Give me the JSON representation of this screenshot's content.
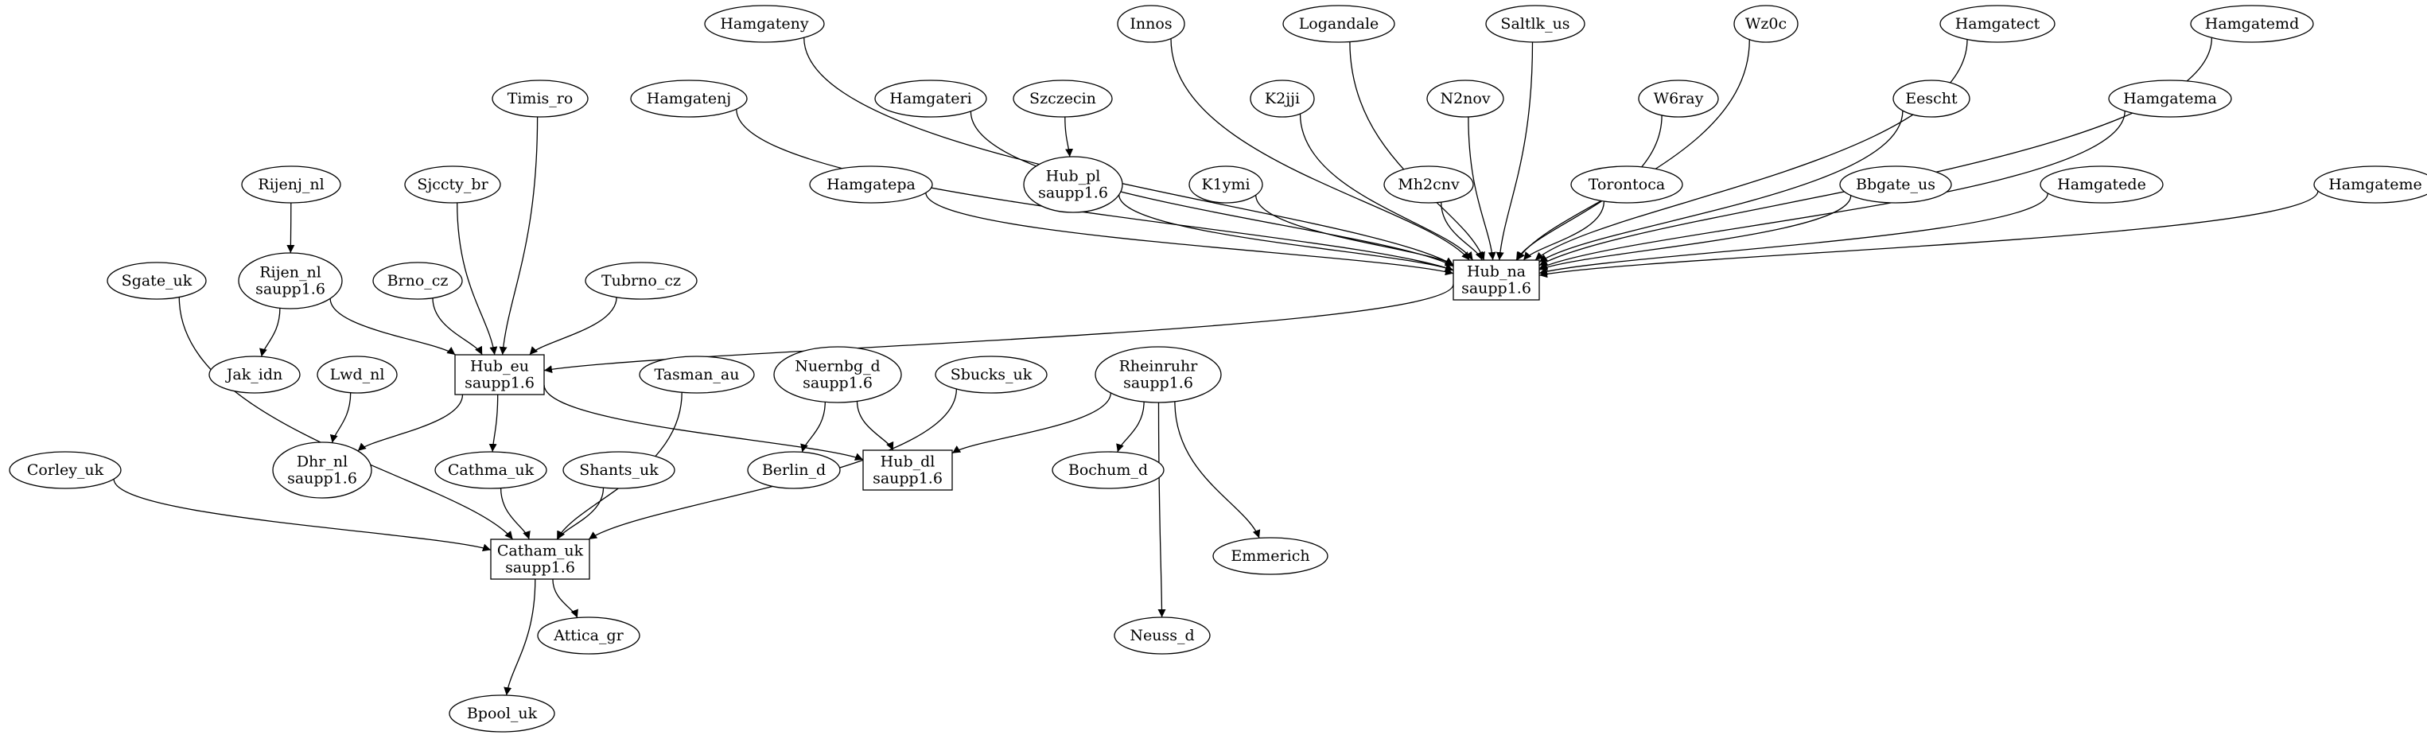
{
  "graph": {
    "nodes": [
      {
        "id": "Hamgateny",
        "lines": [
          "Hamgateny"
        ],
        "shape": "ellipse"
      },
      {
        "id": "Innos",
        "lines": [
          "Innos"
        ],
        "shape": "ellipse"
      },
      {
        "id": "Logandale",
        "lines": [
          "Logandale"
        ],
        "shape": "ellipse"
      },
      {
        "id": "Saltlk_us",
        "lines": [
          "Saltlk_us"
        ],
        "shape": "ellipse"
      },
      {
        "id": "Wz0c",
        "lines": [
          "Wz0c"
        ],
        "shape": "ellipse"
      },
      {
        "id": "Hamgatect",
        "lines": [
          "Hamgatect"
        ],
        "shape": "ellipse"
      },
      {
        "id": "Hamgatemd",
        "lines": [
          "Hamgatemd"
        ],
        "shape": "ellipse"
      },
      {
        "id": "Timis_ro",
        "lines": [
          "Timis_ro"
        ],
        "shape": "ellipse"
      },
      {
        "id": "Hamgatenj",
        "lines": [
          "Hamgatenj"
        ],
        "shape": "ellipse"
      },
      {
        "id": "Hamgateri",
        "lines": [
          "Hamgateri"
        ],
        "shape": "ellipse"
      },
      {
        "id": "Szczecin",
        "lines": [
          "Szczecin"
        ],
        "shape": "ellipse"
      },
      {
        "id": "K2jji",
        "lines": [
          "K2jji"
        ],
        "shape": "ellipse"
      },
      {
        "id": "N2nov",
        "lines": [
          "N2nov"
        ],
        "shape": "ellipse"
      },
      {
        "id": "W6ray",
        "lines": [
          "W6ray"
        ],
        "shape": "ellipse"
      },
      {
        "id": "Eescht",
        "lines": [
          "Eescht"
        ],
        "shape": "ellipse"
      },
      {
        "id": "Hamgatema",
        "lines": [
          "Hamgatema"
        ],
        "shape": "ellipse"
      },
      {
        "id": "Rijenj_nl",
        "lines": [
          "Rijenj_nl"
        ],
        "shape": "ellipse"
      },
      {
        "id": "Sjccty_br",
        "lines": [
          "Sjccty_br"
        ],
        "shape": "ellipse"
      },
      {
        "id": "Hamgatepa",
        "lines": [
          "Hamgatepa"
        ],
        "shape": "ellipse"
      },
      {
        "id": "Hub_pl",
        "lines": [
          "Hub_pl",
          "saupp1.6"
        ],
        "shape": "ellipse"
      },
      {
        "id": "K1ymi",
        "lines": [
          "K1ymi"
        ],
        "shape": "ellipse"
      },
      {
        "id": "Mh2cnv",
        "lines": [
          "Mh2cnv"
        ],
        "shape": "ellipse"
      },
      {
        "id": "Torontoca",
        "lines": [
          "Torontoca"
        ],
        "shape": "ellipse"
      },
      {
        "id": "Bbgate_us",
        "lines": [
          "Bbgate_us"
        ],
        "shape": "ellipse"
      },
      {
        "id": "Hamgatede",
        "lines": [
          "Hamgatede"
        ],
        "shape": "ellipse"
      },
      {
        "id": "Hamgateme",
        "lines": [
          "Hamgateme"
        ],
        "shape": "ellipse"
      },
      {
        "id": "Hub_na",
        "lines": [
          "Hub_na",
          "saupp1.6"
        ],
        "shape": "box"
      },
      {
        "id": "Sgate_uk",
        "lines": [
          "Sgate_uk"
        ],
        "shape": "ellipse"
      },
      {
        "id": "Rijen_nl",
        "lines": [
          "Rijen_nl",
          "saupp1.6"
        ],
        "shape": "ellipse"
      },
      {
        "id": "Brno_cz",
        "lines": [
          "Brno_cz"
        ],
        "shape": "ellipse"
      },
      {
        "id": "Tubrno_cz",
        "lines": [
          "Tubrno_cz"
        ],
        "shape": "ellipse"
      },
      {
        "id": "Jak_idn",
        "lines": [
          "Jak_idn"
        ],
        "shape": "ellipse"
      },
      {
        "id": "Lwd_nl",
        "lines": [
          "Lwd_nl"
        ],
        "shape": "ellipse"
      },
      {
        "id": "Hub_eu",
        "lines": [
          "Hub_eu",
          "saupp1.6"
        ],
        "shape": "box"
      },
      {
        "id": "Tasman_au",
        "lines": [
          "Tasman_au"
        ],
        "shape": "ellipse"
      },
      {
        "id": "Nuernbg_d",
        "lines": [
          "Nuernbg_d",
          "saupp1.6"
        ],
        "shape": "ellipse"
      },
      {
        "id": "Sbucks_uk",
        "lines": [
          "Sbucks_uk"
        ],
        "shape": "ellipse"
      },
      {
        "id": "Rheinruhr",
        "lines": [
          "Rheinruhr",
          "saupp1.6"
        ],
        "shape": "ellipse"
      },
      {
        "id": "Corley_uk",
        "lines": [
          "Corley_uk"
        ],
        "shape": "ellipse"
      },
      {
        "id": "Dhr_nl",
        "lines": [
          "Dhr_nl",
          "saupp1.6"
        ],
        "shape": "ellipse"
      },
      {
        "id": "Cathma_uk",
        "lines": [
          "Cathma_uk"
        ],
        "shape": "ellipse"
      },
      {
        "id": "Shants_uk",
        "lines": [
          "Shants_uk"
        ],
        "shape": "ellipse"
      },
      {
        "id": "Berlin_d",
        "lines": [
          "Berlin_d"
        ],
        "shape": "ellipse"
      },
      {
        "id": "Hub_dl",
        "lines": [
          "Hub_dl",
          "saupp1.6"
        ],
        "shape": "box"
      },
      {
        "id": "Bochum_d",
        "lines": [
          "Bochum_d"
        ],
        "shape": "ellipse"
      },
      {
        "id": "Catham_uk",
        "lines": [
          "Catham_uk",
          "saupp1.6"
        ],
        "shape": "box"
      },
      {
        "id": "Emmerich",
        "lines": [
          "Emmerich"
        ],
        "shape": "ellipse"
      },
      {
        "id": "Attica_gr",
        "lines": [
          "Attica_gr"
        ],
        "shape": "ellipse"
      },
      {
        "id": "Neuss_d",
        "lines": [
          "Neuss_d"
        ],
        "shape": "ellipse"
      },
      {
        "id": "Bpool_uk",
        "lines": [
          "Bpool_uk"
        ],
        "shape": "ellipse"
      }
    ],
    "edges": [
      {
        "from": "Hamgateny",
        "to": "Hub_na"
      },
      {
        "from": "Innos",
        "to": "Hub_na"
      },
      {
        "from": "Logandale",
        "to": "Hub_na"
      },
      {
        "from": "Saltlk_us",
        "to": "Hub_na"
      },
      {
        "from": "Wz0c",
        "to": "Hub_na"
      },
      {
        "from": "Hamgatect",
        "to": "Hub_na"
      },
      {
        "from": "Hamgatemd",
        "to": "Hub_na"
      },
      {
        "from": "Hamgatenj",
        "to": "Hub_na"
      },
      {
        "from": "Hamgateri",
        "to": "Hub_na"
      },
      {
        "from": "Szczecin",
        "to": "Hub_pl"
      },
      {
        "from": "Hub_pl",
        "to": "Hub_na"
      },
      {
        "from": "K2jji",
        "to": "Hub_na"
      },
      {
        "from": "N2nov",
        "to": "Hub_na"
      },
      {
        "from": "W6ray",
        "to": "Hub_na"
      },
      {
        "from": "Eescht",
        "to": "Hub_na"
      },
      {
        "from": "Hamgatema",
        "to": "Hub_na"
      },
      {
        "from": "Hamgatepa",
        "to": "Hub_na"
      },
      {
        "from": "K1ymi",
        "to": "Hub_na"
      },
      {
        "from": "Mh2cnv",
        "to": "Hub_na"
      },
      {
        "from": "Torontoca",
        "to": "Hub_na"
      },
      {
        "from": "Bbgate_us",
        "to": "Hub_na"
      },
      {
        "from": "Hamgatede",
        "to": "Hub_na"
      },
      {
        "from": "Hamgateme",
        "to": "Hub_na"
      },
      {
        "from": "Hub_na",
        "to": "Hub_eu"
      },
      {
        "from": "Timis_ro",
        "to": "Hub_eu"
      },
      {
        "from": "Sjccty_br",
        "to": "Hub_eu"
      },
      {
        "from": "Rijen_nl",
        "to": "Hub_eu"
      },
      {
        "from": "Brno_cz",
        "to": "Hub_eu"
      },
      {
        "from": "Tubrno_cz",
        "to": "Hub_eu"
      },
      {
        "from": "Rijenj_nl",
        "to": "Rijen_nl"
      },
      {
        "from": "Rijen_nl",
        "to": "Jak_idn"
      },
      {
        "from": "Lwd_nl",
        "to": "Dhr_nl"
      },
      {
        "from": "Hub_eu",
        "to": "Dhr_nl"
      },
      {
        "from": "Hub_eu",
        "to": "Cathma_uk"
      },
      {
        "from": "Hub_eu",
        "to": "Hub_dl"
      },
      {
        "from": "Nuernbg_d",
        "to": "Berlin_d"
      },
      {
        "from": "Nuernbg_d",
        "to": "Hub_dl"
      },
      {
        "from": "Rheinruhr",
        "to": "Hub_dl"
      },
      {
        "from": "Rheinruhr",
        "to": "Bochum_d"
      },
      {
        "from": "Rheinruhr",
        "to": "Emmerich"
      },
      {
        "from": "Rheinruhr",
        "to": "Neuss_d"
      },
      {
        "from": "Sgate_uk",
        "to": "Catham_uk"
      },
      {
        "from": "Corley_uk",
        "to": "Catham_uk"
      },
      {
        "from": "Cathma_uk",
        "to": "Catham_uk"
      },
      {
        "from": "Shants_uk",
        "to": "Catham_uk"
      },
      {
        "from": "Tasman_au",
        "to": "Catham_uk"
      },
      {
        "from": "Sbucks_uk",
        "to": "Catham_uk"
      },
      {
        "from": "Catham_uk",
        "to": "Attica_gr"
      },
      {
        "from": "Catham_uk",
        "to": "Bpool_uk"
      }
    ]
  }
}
